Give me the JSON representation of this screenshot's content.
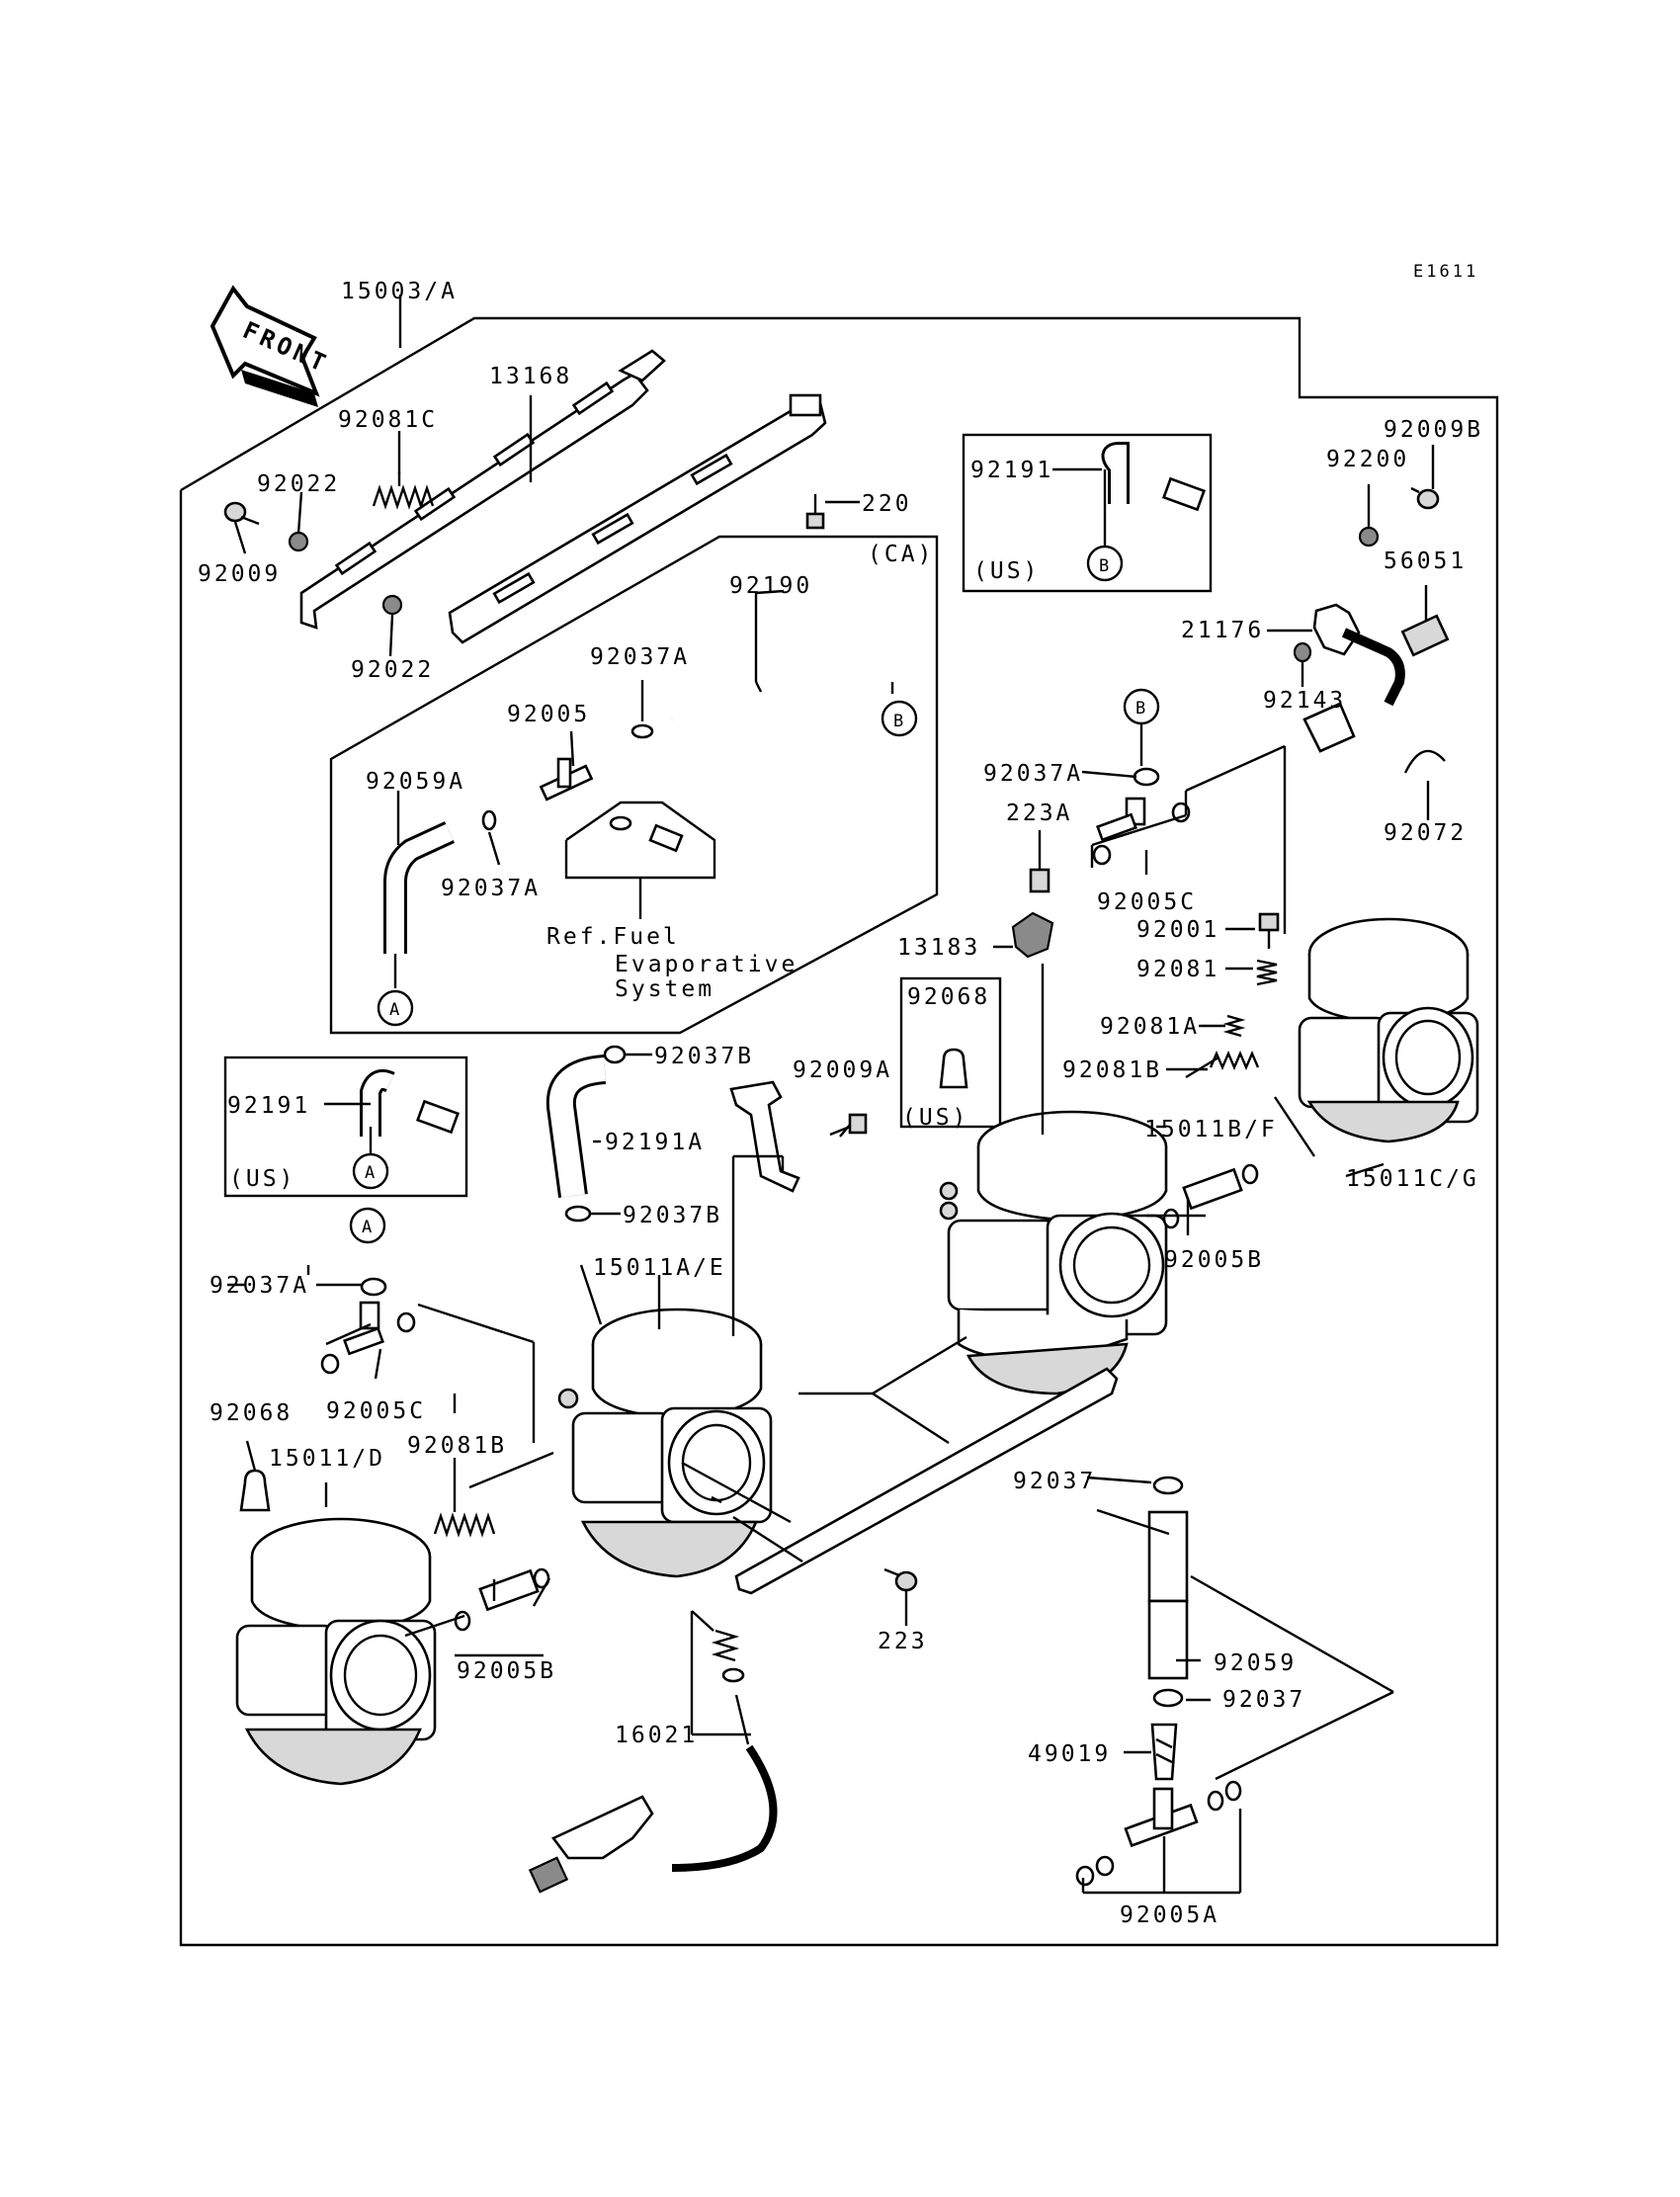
{
  "diagram_code": "E1611",
  "front_label": "FRONT",
  "labels": {
    "l15003A": "15003/A",
    "l13168": "13168",
    "l92081C": "92081C",
    "l92022a": "92022",
    "l92009": "92009",
    "l92022b": "92022",
    "l220": "220",
    "l92191us1": "92191",
    "lUS1": "(US)",
    "lB1": "B",
    "l92009B": "92009B",
    "l92200": "92200",
    "l56051": "56051",
    "l21176": "21176",
    "l92143": "92143",
    "lCA": "(CA)",
    "l92190": "92190",
    "lB2": "B",
    "l92037A_1": "92037A",
    "l92005": "92005",
    "l92059A": "92059A",
    "l92037A_2": "92037A",
    "lRef1": "Ref.Fuel",
    "lRef2": "Evaporative",
    "lRef3": "System",
    "lA1": "A",
    "lB3": "B",
    "l92037A_3": "92037A",
    "l223A": "223A",
    "l92005C_1": "92005C",
    "l92072": "92072",
    "l92001": "92001",
    "l92081": "92081",
    "l13183": "13183",
    "l92068_1": "92068",
    "lUS2": "(US)",
    "l92081A": "92081A",
    "l92081B_1": "92081B",
    "l92191us2": "92191",
    "lA2": "A",
    "lUS3": "(US)",
    "l92037B_1": "92037B",
    "l92009A": "92009A",
    "l92191A": "92191A",
    "l15011BF": "15011B/F",
    "l15011CG": "15011C/G",
    "l92037B_2": "92037B",
    "lA3": "A",
    "l92037A_4": "92037A",
    "l15011AE": "15011A/E",
    "l92005B_1": "92005B",
    "l92005C_2": "92005C",
    "l92068_2": "92068",
    "l15011D": "15011/D",
    "l92081B_2": "92081B",
    "l92037a": "92037",
    "l223": "223",
    "l92005B_2": "92005B",
    "l92059": "92059",
    "l92037b": "92037",
    "l16021": "16021",
    "l49019": "49019",
    "l92005A": "92005A"
  }
}
